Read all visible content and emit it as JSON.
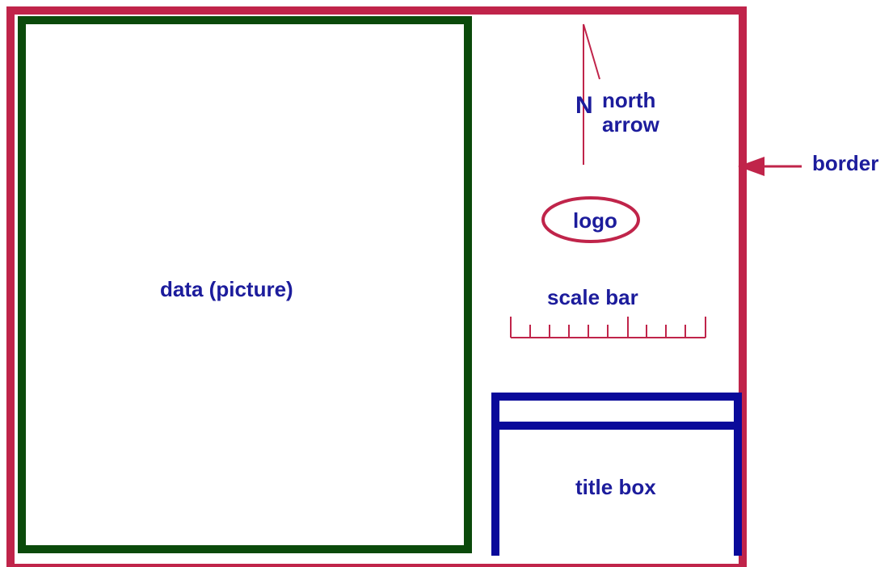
{
  "labels": {
    "data": "data (picture)",
    "north_arrow_letter": "N",
    "north_arrow_line1": "north",
    "north_arrow_line2": "arrow",
    "logo": "logo",
    "scale_bar": "scale bar",
    "title_box": "title box",
    "border": "border"
  },
  "colors": {
    "border": "#c0244a",
    "data_frame": "#0b4a0b",
    "title_box": "#0a0a9a",
    "text": "#1c1c9c"
  }
}
